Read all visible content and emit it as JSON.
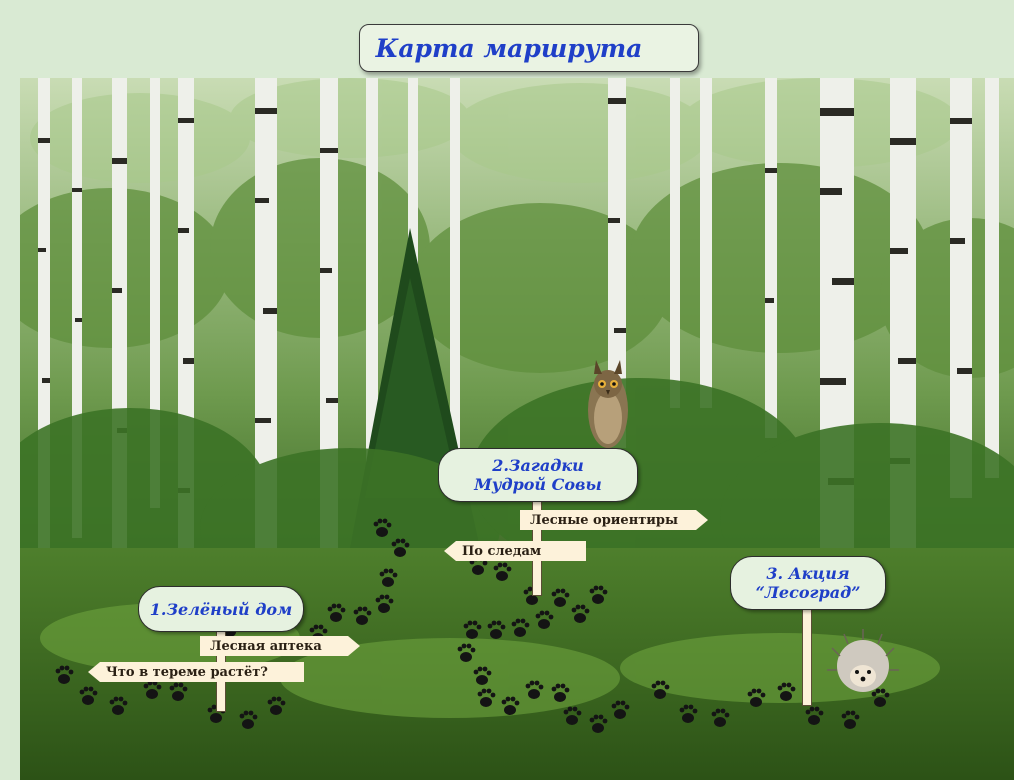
{
  "title": "Карта маршрута",
  "stations": [
    {
      "line1": "1.Зелёный дом",
      "line2": ""
    },
    {
      "line1": "2.Загадки",
      "line2": "Мудрой Совы"
    },
    {
      "line1": "3. Акция",
      "line2": "“Лесоград”"
    }
  ],
  "signs": [
    {
      "label": "Лесная аптека",
      "direction": "right"
    },
    {
      "label": "Что в тереме растёт?",
      "direction": "left"
    },
    {
      "label": "Лесные ориентиры",
      "direction": "right"
    },
    {
      "label": "По следам",
      "direction": "left"
    }
  ],
  "colors": {
    "background": "#d9ead3",
    "title_text": "#1f3fc8",
    "station_fill": "#e6f2e0",
    "sign_fill": "#fdf2da"
  },
  "icons": {
    "owl": "owl-icon",
    "hedgehog": "hedgehog-icon",
    "paw_prints": "paw-print-icon"
  }
}
